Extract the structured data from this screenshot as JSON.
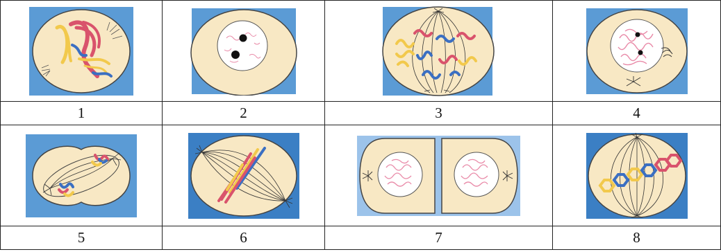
{
  "cells": [
    {
      "label": "1"
    },
    {
      "label": "2"
    },
    {
      "label": "3"
    },
    {
      "label": "4"
    },
    {
      "label": "5"
    },
    {
      "label": "6"
    },
    {
      "label": "7"
    },
    {
      "label": "8"
    }
  ],
  "colors": {
    "background_blue": "#5b9bd5",
    "cell_body": "#f8e8c4",
    "chromosome_red": "#d9536c",
    "chromosome_yellow": "#f2c94c",
    "chromosome_blue": "#3b6fc2",
    "chromatin_pink": "#e98aa8",
    "spindle": "#333333"
  }
}
